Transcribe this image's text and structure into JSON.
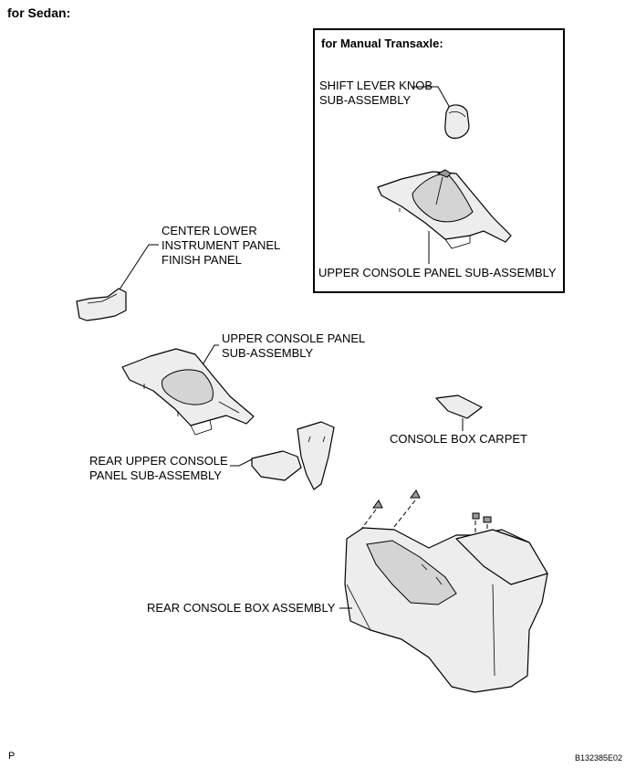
{
  "header": {
    "title": "for Sedan:"
  },
  "inset": {
    "title": "for Manual Transaxle:"
  },
  "labels": {
    "shift_knob": "SHIFT LEVER KNOB\nSUB-ASSEMBLY",
    "inset_upper_console": "UPPER CONSOLE PANEL SUB-ASSEMBLY",
    "center_lower_panel": "CENTER LOWER\nINSTRUMENT PANEL\nFINISH PANEL",
    "upper_console": "UPPER CONSOLE PANEL\nSUB-ASSEMBLY",
    "console_carpet": "CONSOLE BOX CARPET",
    "rear_upper_console": "REAR UPPER CONSOLE\nPANEL SUB-ASSEMBLY",
    "rear_console_box": "REAR CONSOLE BOX ASSEMBLY"
  },
  "footer": {
    "page_marker": "P",
    "figure_code": "B132385E02"
  }
}
